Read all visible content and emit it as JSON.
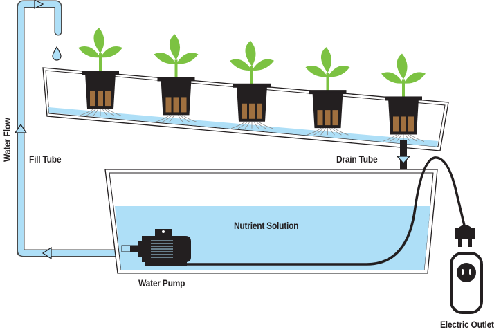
{
  "diagram": {
    "title": "Hydroponic Drip / NFT System",
    "labels": {
      "water_flow": "Water Flow",
      "fill_tube": "Fill Tube",
      "drain_tube": "Drain Tube",
      "nutrient_solution": "Nutrient Solution",
      "water_pump": "Water Pump",
      "electric_outlet": "Electric Outlet"
    },
    "plant_count": 5,
    "colors": {
      "water": "#aedff7",
      "pipe_outline": "#4a4a4a",
      "leaf": "#7cc242",
      "pot": "#231f20",
      "soil": "#a0703f",
      "ink": "#231f20"
    }
  }
}
